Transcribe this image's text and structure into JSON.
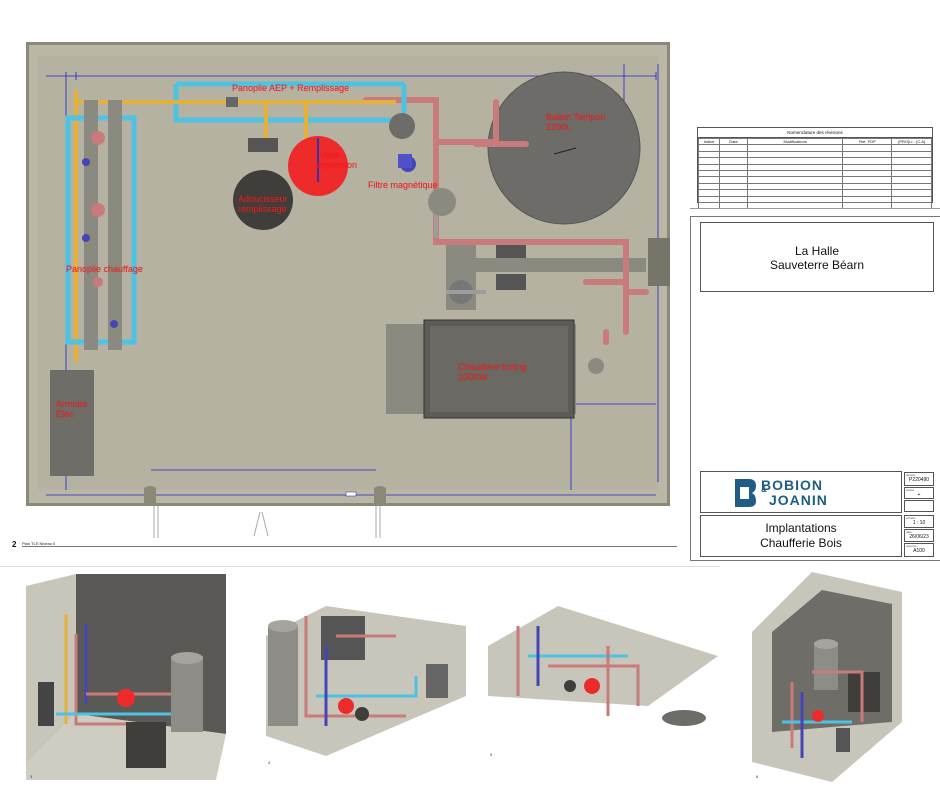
{
  "plan": {
    "labels": {
      "panoplie_aep": "Panoplie AEP + Remplissage",
      "ballon_line1": "Ballon Tampon",
      "ballon_line2": "2200L",
      "vase_line1": "Vase",
      "vase_line2": "expansion",
      "adou_line1": "Adoucisseur",
      "adou_line2": "remplissage",
      "filtre": "Filtre magnétique",
      "panoplie_chauffage": "Panoplie chauffage",
      "chaudiere_line1": "Chaudière froling",
      "chaudiere_line2": "100KW",
      "armoire_line1": "Armoire",
      "armoire_line2": "Elec"
    },
    "view_number": "2",
    "view_caption": "Plan TLE Niveau 0"
  },
  "revisions": {
    "title": "Nomenclature des révisions",
    "headers": [
      "Indice",
      "Date",
      "Modifications",
      "Ref. FDP",
      "(PRO)Li - (C.A)"
    ]
  },
  "title_block": {
    "project_line1": "La Halle",
    "project_line2": "Sauveterre Béarn",
    "company_line1": "BOBION",
    "company_amp": "&",
    "company_line2": "JOANIN",
    "drawing_line1": "Implantations",
    "drawing_line2": "Chaufferie Bois",
    "meta": [
      {
        "key": "dossier",
        "value": "P220490"
      },
      {
        "key": "phase",
        "value": "+"
      },
      {
        "key": "",
        "value": ""
      },
      {
        "key": "échelle",
        "value": "1 : 10"
      },
      {
        "key": "date",
        "value": "26/06/23"
      },
      {
        "key": "planche",
        "value": "A100"
      }
    ]
  },
  "colors": {
    "floor": "#b9b6a6",
    "wall": "#8a8877",
    "hydraulic_blue": "#4ec2e3",
    "gas_yellow": "#e6b13a",
    "pipe_red": "#c97a7a",
    "vessel_red": "#ee2b2b",
    "tank_grey": "#6d6c68",
    "dimension_blue": "#2222cc",
    "label_red": "#ff1a1a",
    "logo_blue": "#1f5d86"
  },
  "views": [
    {
      "number": "3"
    },
    {
      "number": "4"
    },
    {
      "number": "5"
    },
    {
      "number": "6"
    }
  ]
}
